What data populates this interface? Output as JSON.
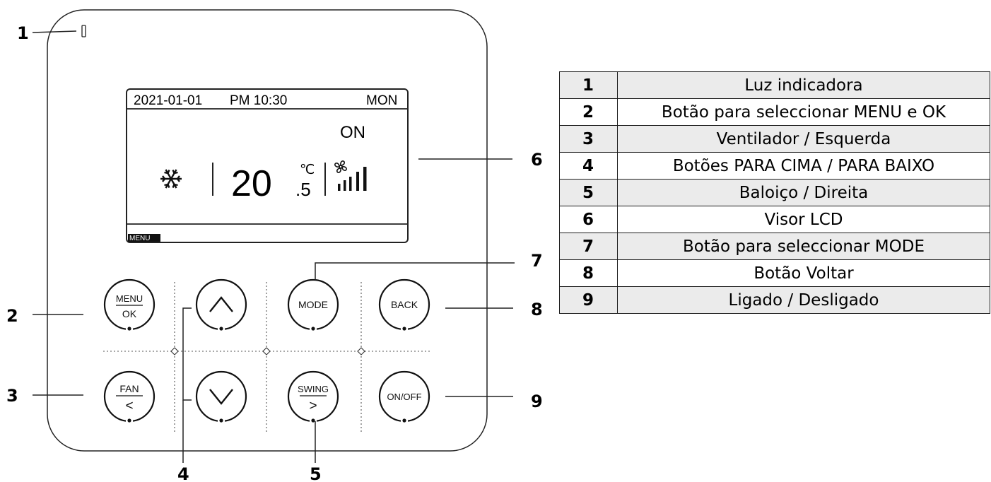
{
  "callouts": [
    "1",
    "2",
    "3",
    "4",
    "5",
    "6",
    "7",
    "8",
    "9"
  ],
  "lcd": {
    "date": "2021-01-01",
    "time": "PM 10:30",
    "day": "MON",
    "power": "ON",
    "temp_int": "20",
    "temp_unit": "℃",
    "temp_dec": ".5",
    "menu_tag": "MENU",
    "mode_icon": "snowflake-icon",
    "fan_icon": "fan-icon",
    "fan_level_icon": "signal-bars-icon"
  },
  "buttons": {
    "menu_top": "MENU",
    "menu_bottom": "OK",
    "up_icon": "chevron-up-icon",
    "mode": "MODE",
    "back": "BACK",
    "fan_top": "FAN",
    "fan_bottom": "<",
    "down_icon": "chevron-down-icon",
    "swing_top": "SWING",
    "swing_bottom": ">",
    "onoff": "ON/OFF"
  },
  "legend": [
    {
      "num": "1",
      "label": "Luz indicadora"
    },
    {
      "num": "2",
      "label": "Botão para seleccionar MENU e OK"
    },
    {
      "num": "3",
      "label": "Ventilador / Esquerda"
    },
    {
      "num": "4",
      "label": "Botões PARA CIMA / PARA BAIXO"
    },
    {
      "num": "5",
      "label": "Baloiço / Direita"
    },
    {
      "num": "6",
      "label": "Visor LCD"
    },
    {
      "num": "7",
      "label": "Botão para seleccionar MODE"
    },
    {
      "num": "8",
      "label": "Botão Voltar"
    },
    {
      "num": "9",
      "label": "Ligado / Desligado"
    }
  ]
}
